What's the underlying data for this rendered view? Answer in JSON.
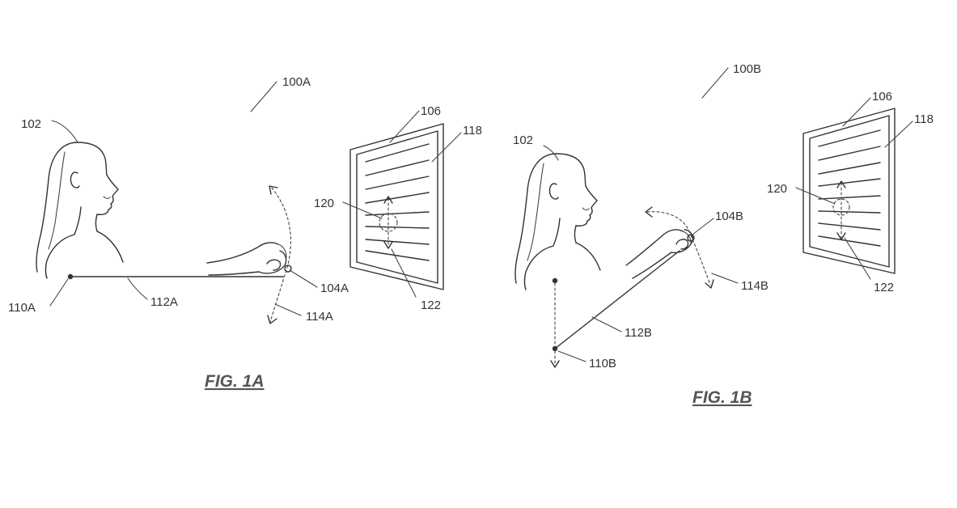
{
  "figures": {
    "fig1a": {
      "caption": "FIG. 1A",
      "labels": {
        "ref_100": "100A",
        "ref_102": "102",
        "ref_106": "106",
        "ref_118": "118",
        "ref_120": "120",
        "ref_104": "104A",
        "ref_110": "110A",
        "ref_112": "112A",
        "ref_114": "114A",
        "ref_122": "122"
      }
    },
    "fig1b": {
      "caption": "FIG. 1B",
      "labels": {
        "ref_100": "100B",
        "ref_102": "102",
        "ref_106": "106",
        "ref_118": "118",
        "ref_120": "120",
        "ref_104": "104B",
        "ref_110": "110B",
        "ref_112": "112B",
        "ref_114": "114B",
        "ref_122": "122"
      }
    }
  }
}
